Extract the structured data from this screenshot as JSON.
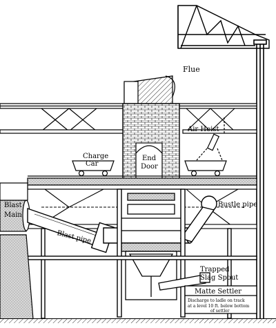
{
  "labels": {
    "flue": "Flue",
    "air_hoist": "Air Hoist",
    "charge_car_line1": "Charge",
    "charge_car_line2": "Car",
    "end_door_line1": "End",
    "end_door_line2": "Door",
    "blast_main_line1": "Blast",
    "blast_main_line2": "Main",
    "bustle_pipe": "Bustle pipe",
    "blast_pipe": "Blast pipe",
    "trapped_slag_line1": "Trapped",
    "trapped_slag_line2": "Slag Spout",
    "matte_settler": "Matte Settler",
    "matte_note_line1": "Discharge to ladle on track",
    "matte_note_line2": "at a level 10 ft. below bottom",
    "matte_note_line3": "of settler"
  },
  "colors": {
    "ink": "#000000",
    "paper": "#ffffff",
    "masonry": "#c9c9c9"
  }
}
